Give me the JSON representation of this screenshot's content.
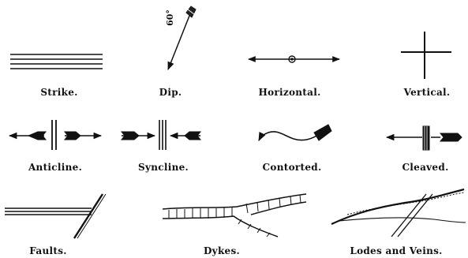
{
  "symbols": [
    {
      "key": "strike",
      "label": "Strike."
    },
    {
      "key": "dip",
      "label": "Dip.",
      "angle_text": "60°"
    },
    {
      "key": "horizontal",
      "label": "Horizontal."
    },
    {
      "key": "vertical",
      "label": "Vertical."
    },
    {
      "key": "anticline",
      "label": "Anticline."
    },
    {
      "key": "syncline",
      "label": "Syncline."
    },
    {
      "key": "contorted",
      "label": "Contorted."
    },
    {
      "key": "cleaved",
      "label": "Cleaved."
    },
    {
      "key": "faults",
      "label": "Faults."
    },
    {
      "key": "dykes",
      "label": "Dykes."
    },
    {
      "key": "lodes",
      "label": "Lodes and Veins."
    }
  ]
}
